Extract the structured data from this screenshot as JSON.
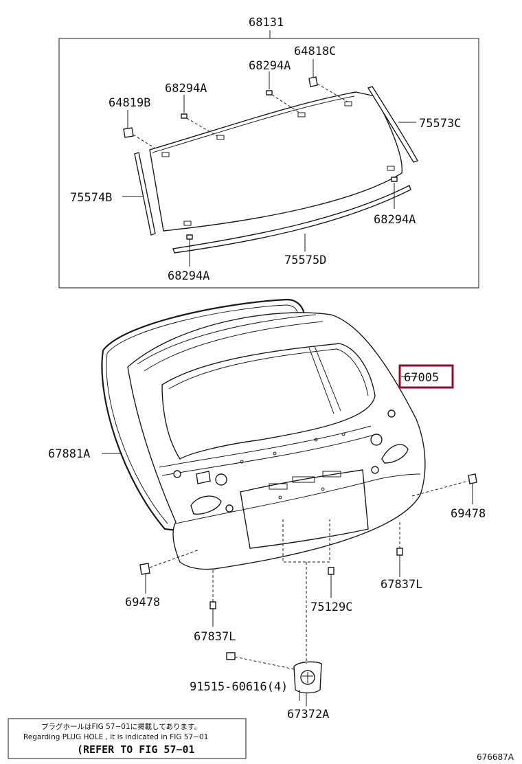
{
  "colors": {
    "highlight": "#8b0f2a",
    "line": "#1a1a1a",
    "background": "#ffffff"
  },
  "parts": {
    "p68131": "68131",
    "p64818C": "64818C",
    "p68294A_top": "68294A",
    "p68294A_left": "68294A",
    "p64819B": "64819B",
    "p75573C": "75573C",
    "p75574B": "75574B",
    "p68294A_right": "68294A",
    "p68294A_bottom": "68294A",
    "p75575D": "75575D",
    "p67005": "67005",
    "p67881A": "67881A",
    "p69478_right": "69478",
    "p69478_left": "69478",
    "p67837L_right": "67837L",
    "p75129C": "75129C",
    "p67837L_left": "67837L",
    "p91515": "91515-60616(4)",
    "p67372A": "67372A"
  },
  "note": {
    "line1": "プラグホールはFIG 57−01に掲載してあります。",
    "line2": "Regarding  PLUG  HOLE , it is indicated in  FIG  57−01",
    "line3": "(REFER TO FIG 57−01"
  },
  "diagram_id": "676687A"
}
